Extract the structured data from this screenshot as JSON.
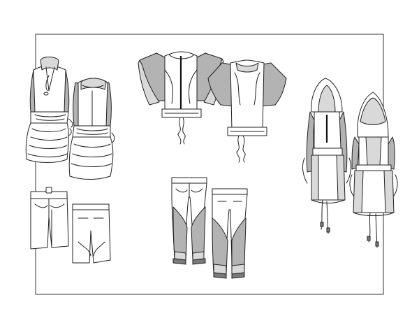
{
  "sheet": {
    "background": "#ffffff",
    "line_color": "#222222",
    "shade_colors": [
      "#b3b3b3",
      "#d9d9d9",
      "#7a7a7a"
    ],
    "items": [
      {
        "id": "sleeveless-dress-front",
        "icon": "dress-front-icon"
      },
      {
        "id": "sleeveless-dress-back",
        "icon": "dress-back-icon"
      },
      {
        "id": "zip-jacket-front",
        "icon": "jacket-front-icon"
      },
      {
        "id": "zip-jacket-back",
        "icon": "jacket-back-icon"
      },
      {
        "id": "hooded-dress-front",
        "icon": "hooded-dress-front-icon"
      },
      {
        "id": "hooded-dress-back",
        "icon": "hooded-dress-back-icon"
      },
      {
        "id": "shorts-front",
        "icon": "shorts-front-icon"
      },
      {
        "id": "shorts-back",
        "icon": "shorts-back-icon"
      },
      {
        "id": "pants-front",
        "icon": "pants-front-icon"
      },
      {
        "id": "pants-back",
        "icon": "pants-back-icon"
      }
    ]
  }
}
